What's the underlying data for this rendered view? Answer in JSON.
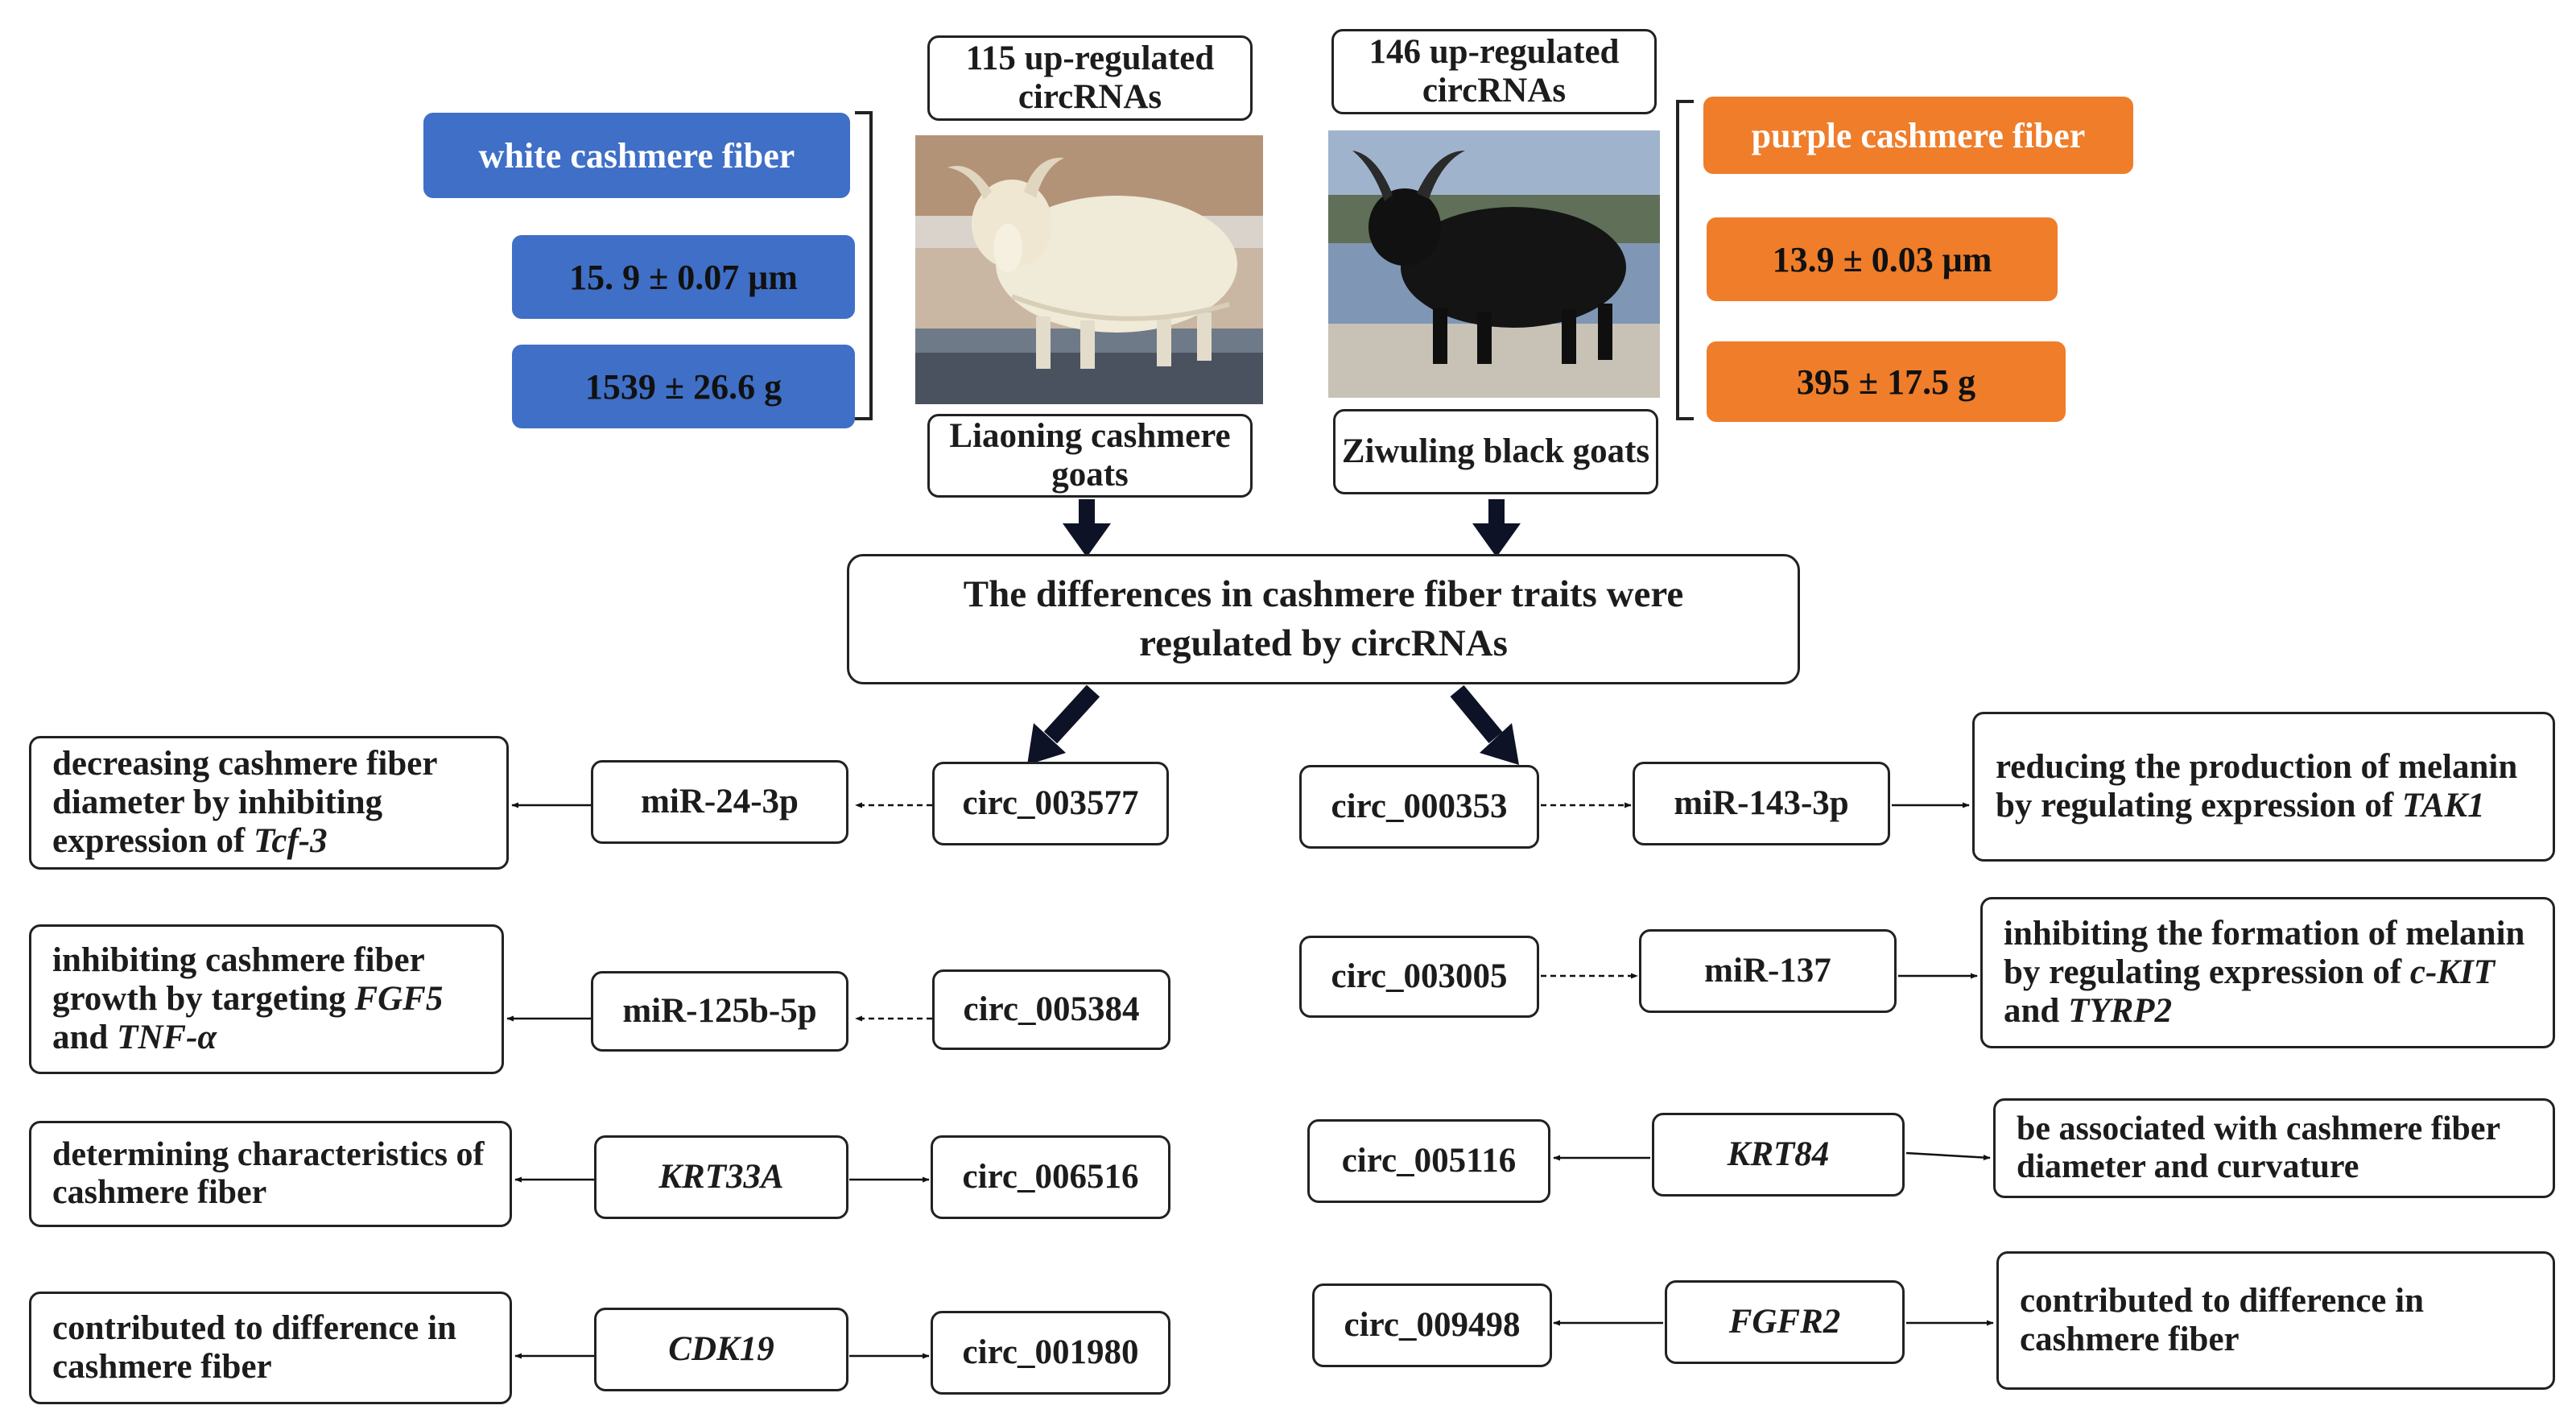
{
  "top_boxes": {
    "left_count": "115 up-regulated circRNAs",
    "right_count": "146 up-regulated circRNAs",
    "left_breed": "Liaoning cashmere goats",
    "right_breed": "Ziwuling black goats"
  },
  "traits": {
    "left": {
      "fiber": "white cashmere fiber",
      "diameter": "15. 9 ± 0.07 μm",
      "yield": "1539 ± 26.6 g"
    },
    "right": {
      "fiber": "purple cashmere fiber",
      "diameter": "13.9 ± 0.03 μm",
      "yield": "395 ± 17.5 g"
    }
  },
  "center_box": {
    "line1": "The differences in cashmere fiber traits were",
    "line2": "regulated by circRNAs"
  },
  "left_rows": [
    {
      "circ": "circ_003577",
      "target": "miR-24-3p",
      "target_italic": false,
      "effect_parts": [
        {
          "text": "decreasing cashmere fiber diameter by inhibiting expression of ",
          "italic": false
        },
        {
          "text": "Tcf-3",
          "italic": true
        }
      ]
    },
    {
      "circ": "circ_005384",
      "target": "miR-125b-5p",
      "target_italic": false,
      "effect_parts": [
        {
          "text": "inhibiting cashmere fiber growth by targeting ",
          "italic": false
        },
        {
          "text": "FGF5",
          "italic": true
        },
        {
          "text": " and ",
          "italic": false
        },
        {
          "text": "TNF-α",
          "italic": true
        }
      ]
    },
    {
      "circ": "circ_006516",
      "target": "KRT33A",
      "target_italic": true,
      "effect_parts": [
        {
          "text": "determining characteristics of cashmere fiber",
          "italic": false
        }
      ]
    },
    {
      "circ": "circ_001980",
      "target": "CDK19",
      "target_italic": true,
      "effect_parts": [
        {
          "text": "contributed to difference in cashmere fiber",
          "italic": false
        }
      ]
    }
  ],
  "right_rows": [
    {
      "circ": "circ_000353",
      "target": "miR-143-3p",
      "target_italic": false,
      "effect_parts": [
        {
          "text": "reducing the production of melanin by regulating expression of ",
          "italic": false
        },
        {
          "text": "TAK1",
          "italic": true
        }
      ]
    },
    {
      "circ": "circ_003005",
      "target": "miR-137",
      "target_italic": false,
      "effect_parts": [
        {
          "text": "inhibiting the formation of melanin by regulating expression of ",
          "italic": false
        },
        {
          "text": "c-KIT",
          "italic": true
        },
        {
          "text": " and ",
          "italic": false
        },
        {
          "text": "TYRP2",
          "italic": true
        }
      ]
    },
    {
      "circ": "circ_005116",
      "target": "KRT84",
      "target_italic": true,
      "effect_parts": [
        {
          "text": "be associated with cashmere fiber diameter and curvature",
          "italic": false
        }
      ]
    },
    {
      "circ": "circ_009498",
      "target": "FGFR2",
      "target_italic": true,
      "effect_parts": [
        {
          "text": "contributed to difference in cashmere fiber",
          "italic": false
        }
      ]
    }
  ],
  "colors": {
    "blue_chip": "#3f6fc6",
    "orange_chip": "#ef7d2a",
    "border": "#222222",
    "arrow": "#0d1226"
  }
}
